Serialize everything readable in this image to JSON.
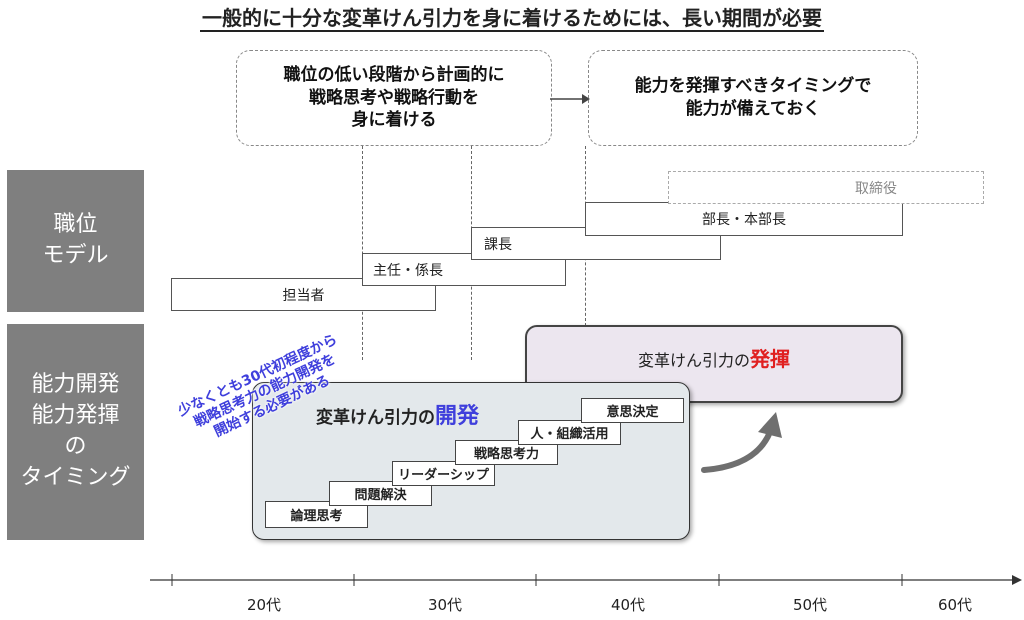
{
  "title": "一般的に十分な変革けん引力を身に着けるためには、長い期間が必要",
  "top_boxes": {
    "left": [
      "職位の低い段階から計画的に",
      "戦略思考や戦略行動を",
      "身に着ける"
    ],
    "right": [
      "能力を発揮すべきタイミングで",
      "能力が備えておく"
    ]
  },
  "row_labels": {
    "position_model": [
      "職位",
      "モデル"
    ],
    "ability_timing": [
      "能力開発",
      "能力発揮",
      "の",
      "タイミング"
    ]
  },
  "positions": [
    "担当者",
    "主任・係長",
    "課長",
    "部長・本部長",
    "取締役"
  ],
  "develop_box": {
    "prefix": "変革けん引力の",
    "accent": "開発"
  },
  "exert_box": {
    "prefix": "変革けん引力の",
    "accent": "発揮"
  },
  "steps": [
    "論理思考",
    "問題解決",
    "リーダーシップ",
    "戦略思考力",
    "人・組織活用",
    "意思決定"
  ],
  "note": [
    "少なくとも30代初程度から",
    "戦略思考力の能力開発を",
    "開始する必要がある"
  ],
  "ages": [
    "20代",
    "30代",
    "40代",
    "50代",
    "60代"
  ],
  "colors": {
    "side": "#7f7f7f",
    "develop_bg": "#e3e8eb",
    "exert_bg": "#ece6ef",
    "accent_blue": "#3f3fdc",
    "accent_red": "#e02020",
    "arrow": "#6f6f6f"
  }
}
